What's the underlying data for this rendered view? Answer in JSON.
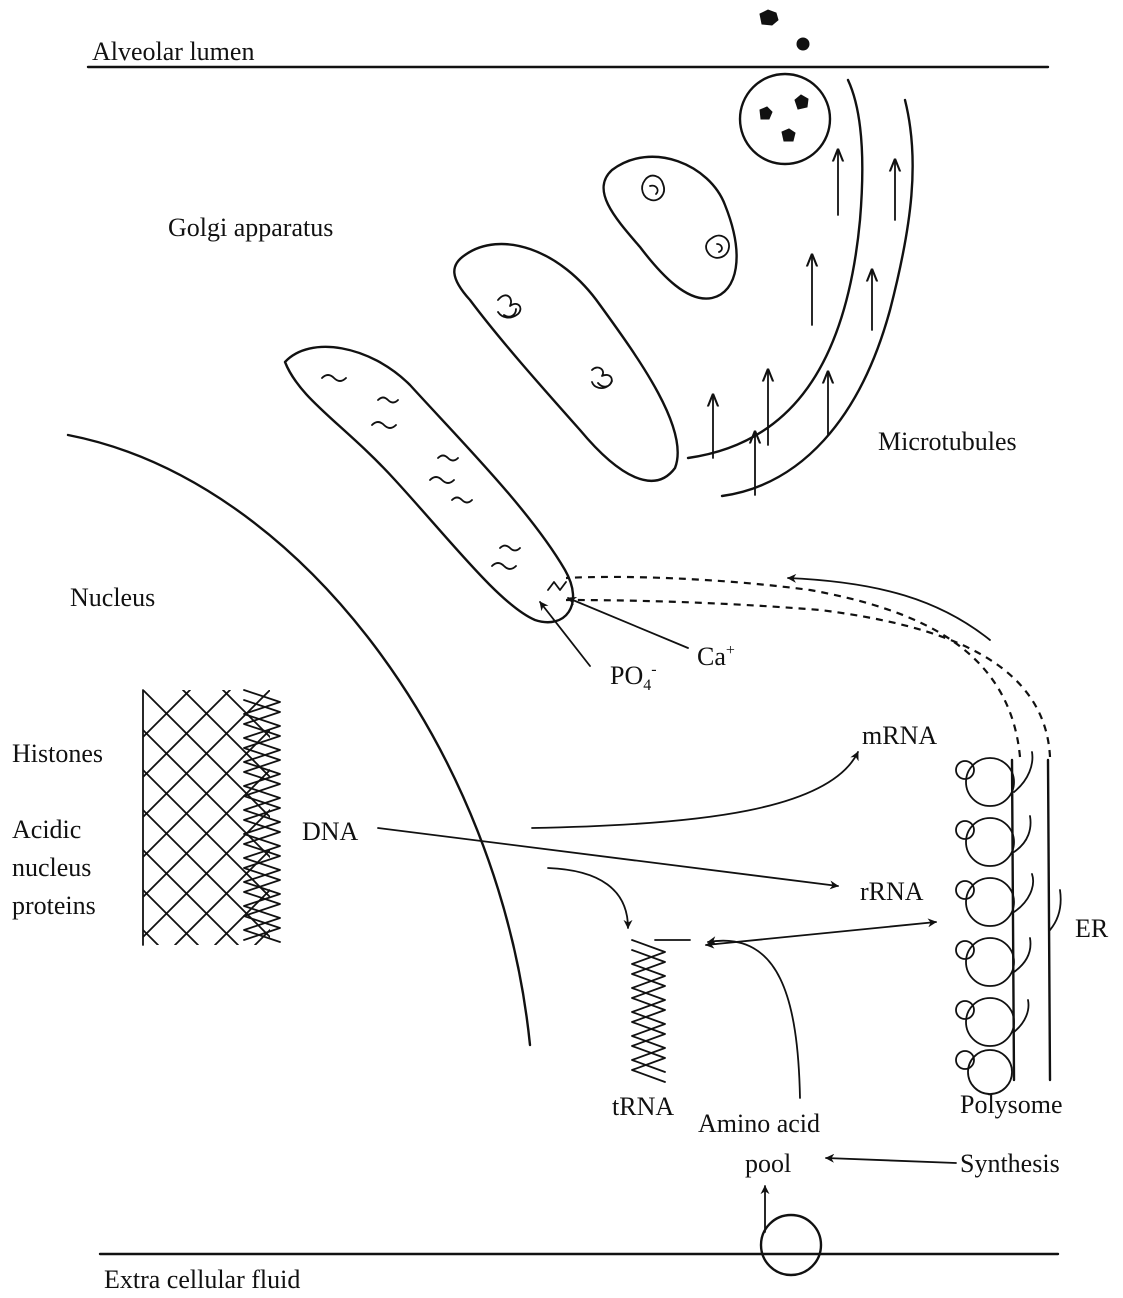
{
  "labels": {
    "alveolar_lumen": "Alveolar lumen",
    "golgi": "Golgi apparatus",
    "microtubules": "Microtubules",
    "nucleus": "Nucleus",
    "ca": "Ca",
    "ca_sup": "+",
    "po4": "PO",
    "po4_sub": "4",
    "po4_sup": "-",
    "histones": "Histones",
    "acidic_1": "Acidic",
    "acidic_2": "nucleus",
    "acidic_3": "proteins",
    "dna": "DNA",
    "mrna": "mRNA",
    "rrna": "rRNA",
    "er": "ER",
    "trna": "tRNA",
    "amino_1": "Amino acid",
    "amino_2": "pool",
    "polysome": "Polysome",
    "synthesis": "Synthesis",
    "extracellular": "Extra cellular fluid"
  }
}
